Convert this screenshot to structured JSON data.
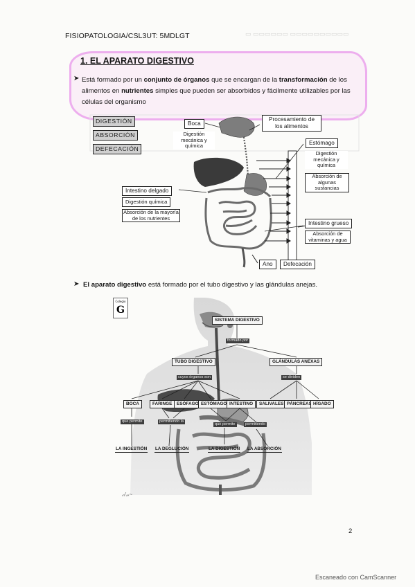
{
  "header": "FISIOPATOLOGIA/CSL3UT: 5MDLGT",
  "section": {
    "number": "1.",
    "title": "EL APARATO DIGESTIVO"
  },
  "intro": {
    "pre": "Está formado por un ",
    "b1": "conjunto de órganos",
    "mid1": " que se encargan de la ",
    "b2": "transformación",
    "mid2": " de los alimentos en ",
    "b3": "nutrientes",
    "post": " simples que pueden ser absorbidos y fácilmente utilizables por las células del organismo"
  },
  "diagram1": {
    "tags": [
      "DIGESTIÓN",
      "ABSORCIÓN",
      "DEFECACIÓN"
    ],
    "boca": "Boca",
    "boca_desc": "Digestión mecánica y química",
    "procesamiento": "Procesamiento de los alimentos",
    "estomago": "Estómago",
    "estomago_desc1": "Digestión mecánica y química",
    "estomago_desc2": "Absorción de algunas sustancias",
    "intestino_delgado": "Intestino delgado",
    "delgado_desc1": "Digestión química",
    "delgado_desc2": "Absorción de la mayoría de los nutrientes",
    "intestino_grueso": "Intestino grueso",
    "grueso_desc": "Absorción de vitaminas y agua",
    "ano": "Ano",
    "defecacion": "Defecación"
  },
  "bullet2": {
    "b1": "El aparato digestivo",
    "mid": " está formado por el tubo digestivo y las glándulas anejas."
  },
  "diagram2": {
    "root": "SISTEMA DIGESTIVO",
    "formado_por": "formado por",
    "tubo": "TUBO DIGESTIVO",
    "glandulas": "GLÁNDULAS ANEXAS",
    "organos_son": "cuyos órganos son",
    "se_divide": "se dividen",
    "boca": "BOCA",
    "faringe": "FARINGE",
    "esofago": "ESÓFAGO",
    "estomago": "ESTÓMAGO",
    "intestino": "INTESTINO",
    "salivales": "SALIVALES",
    "pancreas": "PÁNCREAS",
    "higado": "HÍGADO",
    "que_permite1": "que permite",
    "permitiendo_la": "permitiendo la",
    "que_permite2": "que permite",
    "permitiendo": "permitiendo",
    "ingestion": "LA INGESTIÓN",
    "deglucion": "LA DEGLUCIÓN",
    "digestion": "LA DIGESTIÓN",
    "absorcion": "LA ABSORCIÓN"
  },
  "page_number": "2",
  "footer": "Escaneado con CamScanner"
}
